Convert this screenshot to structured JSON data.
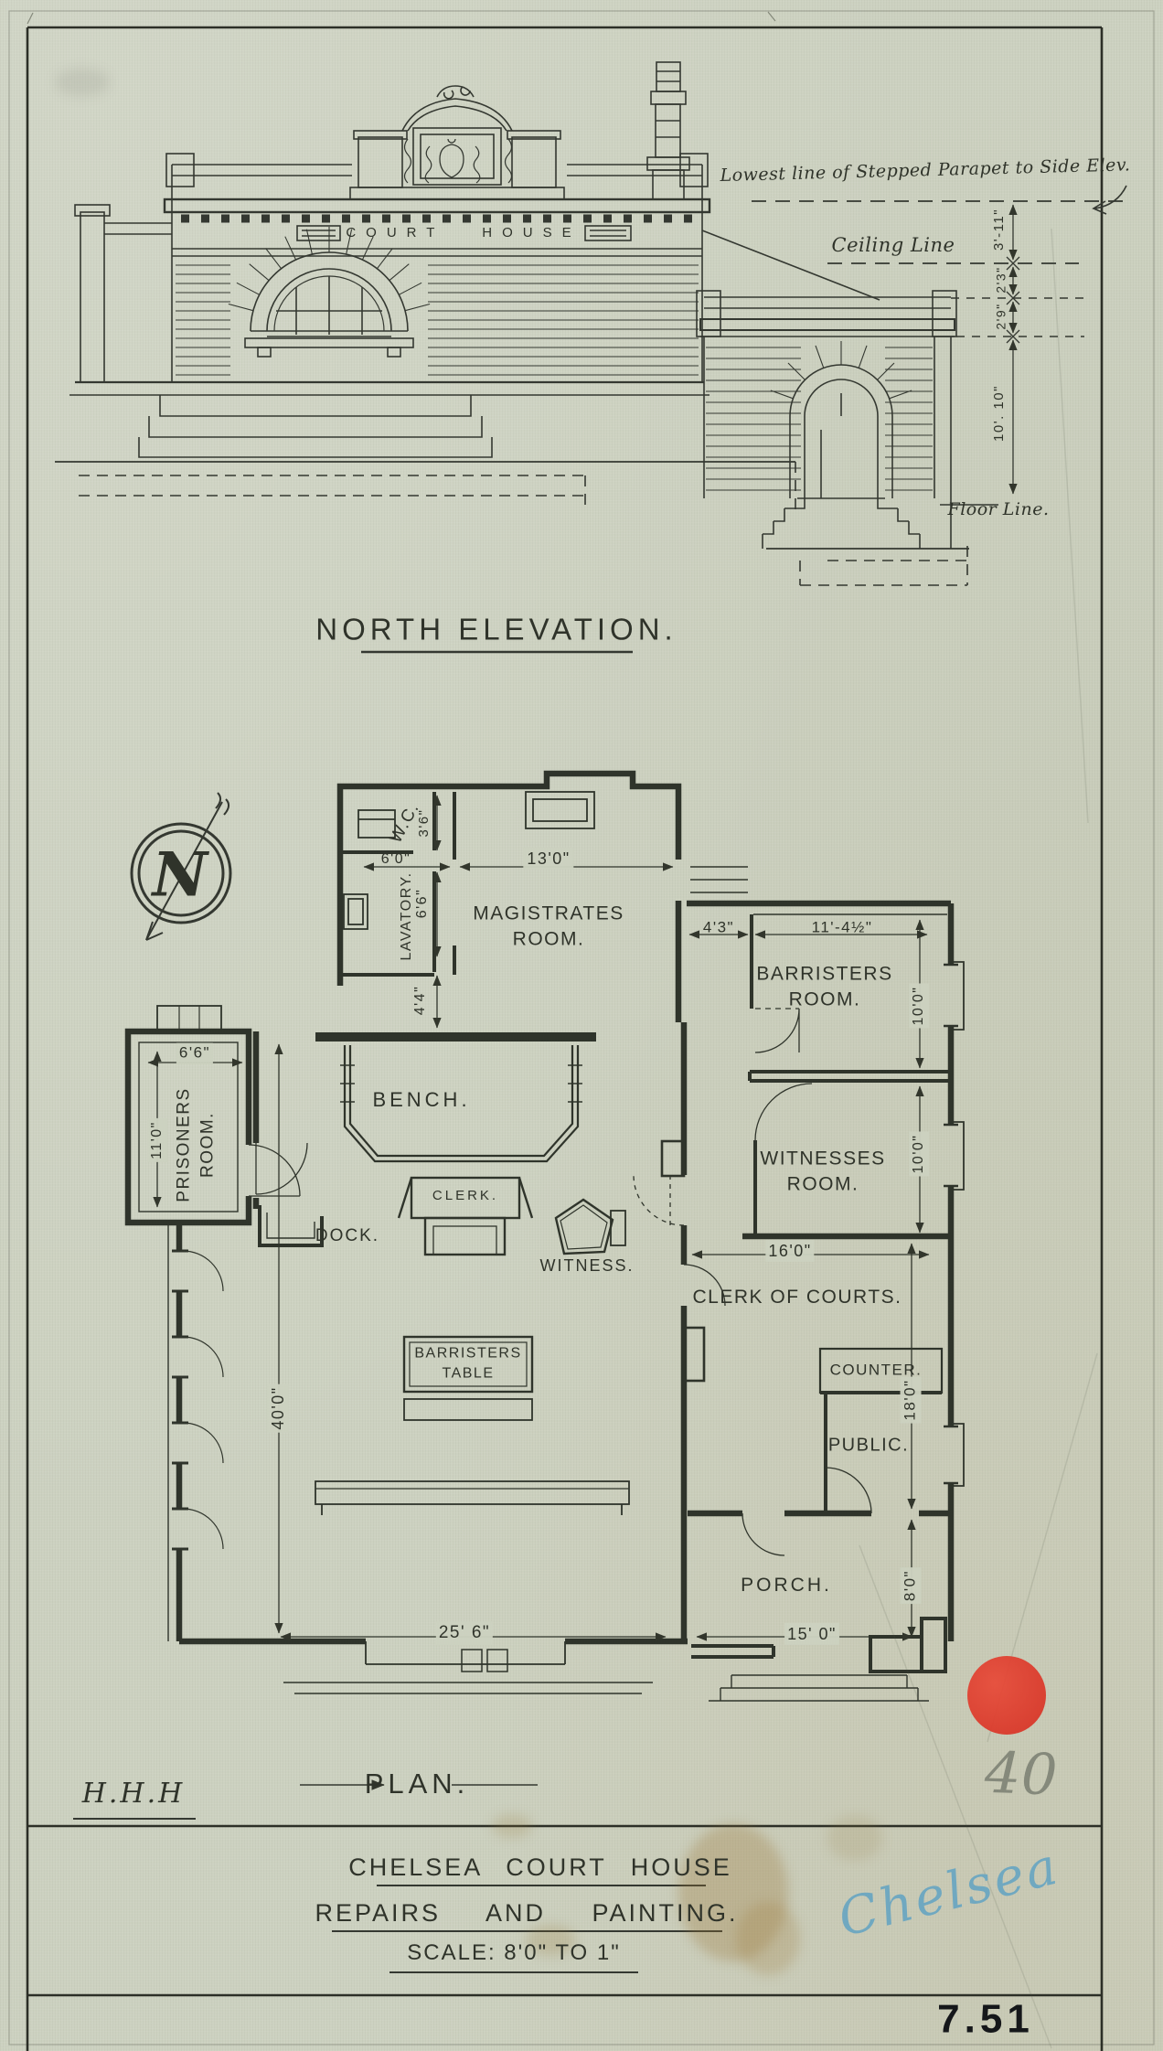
{
  "sheet": {
    "elevation": {
      "title": "NORTH ELEVATION.",
      "frieze_text": "COURT HOUSE",
      "parapet_note": "Lowest line of Stepped Parapet to Side Elev.",
      "ceiling_note": "Ceiling Line",
      "floor_note": "Floor Line.",
      "dim_parapet_to_ceiling": "3'-11\"",
      "dim_ceiling_to_wing_parapet": "2'3\"",
      "dim_wing_parapet": "2'9\"",
      "dim_wall_height": "10'. 10\""
    },
    "compass": {
      "letter": "N"
    },
    "plan": {
      "title": "PLAN.",
      "rooms": {
        "wc": "W.C.",
        "lavatory": "LAVATORY.",
        "magistrates": "MAGISTRATES\nROOM.",
        "barristers": "BARRISTERS\nROOM.",
        "witnesses": "WITNESSES\nROOM.",
        "prisoners": "PRISONERS\nROOM.",
        "bench": "BENCH.",
        "clerk": "CLERK.",
        "dock": "DOCK.",
        "witness": "WITNESS.",
        "clerk_of_courts": "CLERK OF COURTS.",
        "counter": "COUNTER.",
        "public": "PUBLIC.",
        "porch": "PORCH.",
        "barristers_table": "BARRISTERS\nTABLE"
      },
      "dims": {
        "wc_width": "6'0\"",
        "wc_depth": "3'6\"",
        "lavatory_depth": "6'6\"",
        "lobby_depth": "4'4\"",
        "magistrates_width": "13'0\"",
        "passage_width": "4'3\"",
        "barristers_width": "11'-4½\"",
        "barristers_depth": "10'0\"",
        "witnesses_depth": "10'0\"",
        "prisoners_width": "6'6\"",
        "prisoners_depth": "11'0\"",
        "clerk_of_courts_width": "16'0\"",
        "public_depth": "18'0\"",
        "porch_depth": "8'0\"",
        "courtroom_length": "40'0\"",
        "courtroom_width": "25' 6\"",
        "porch_width": "15' 0\""
      }
    },
    "footer": {
      "initials": "H.H.H",
      "title_line1": "CHELSEA COURT HOUSE",
      "title_line2": "REPAIRS AND PAINTING.",
      "title_line3": "SCALE: 8'0\" TO 1\"",
      "district_note": "Chelsea",
      "stamp_number": "40",
      "plate_number": "7.51"
    }
  }
}
